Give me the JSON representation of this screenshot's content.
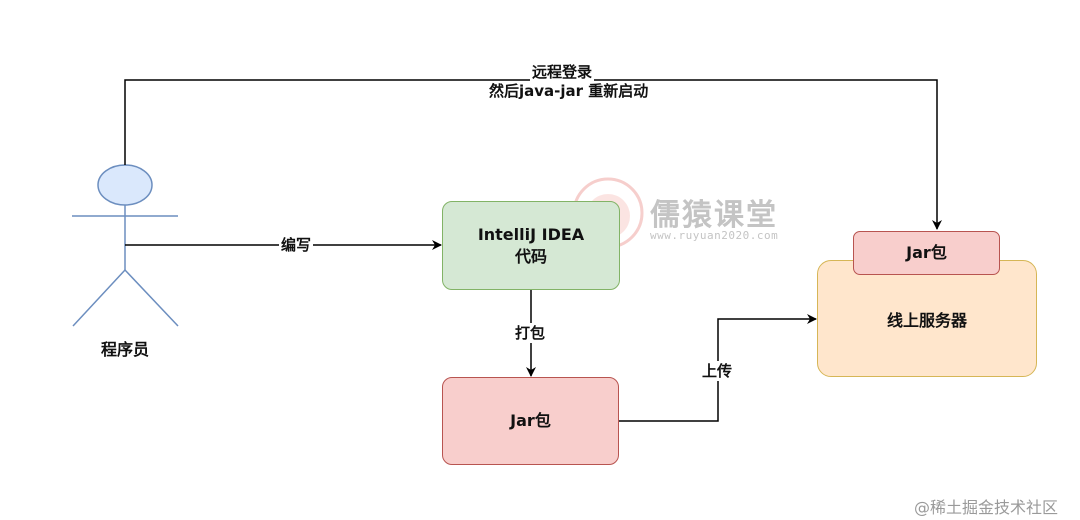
{
  "diagram": {
    "person": {
      "label": "程序员"
    },
    "ide_box": {
      "line1": "IntelliJ IDEA",
      "line2": "代码"
    },
    "jar_box": {
      "label": "Jar包"
    },
    "server_box": {
      "label": "线上服务器"
    },
    "server_jar": {
      "label": "Jar包"
    },
    "edges": {
      "write": "编写",
      "package": "打包",
      "upload": "上传",
      "remote_line1": "远程登录",
      "remote_line2": "然后java-jar 重新启动"
    }
  },
  "watermark": {
    "brand": "儒猿课堂",
    "url": "www.ruyuan2020.com",
    "footer": "@稀土掘金技术社区"
  },
  "colors": {
    "green_fill": "#d5e8d4",
    "green_stroke": "#82b366",
    "red_fill": "#f8cecc",
    "red_stroke": "#b85450",
    "orange_fill": "#ffe6cc",
    "orange_stroke": "#d6b656",
    "actor_fill": "#dae8fc",
    "actor_stroke": "#6c8ebf"
  }
}
